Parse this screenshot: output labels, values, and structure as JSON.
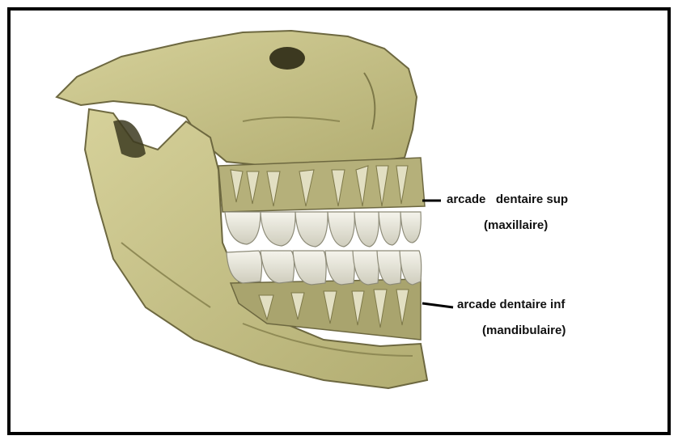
{
  "labels": {
    "upper_arch": "arcade   dentaire sup",
    "upper_arch_sub": "(maxillaire)",
    "lower_arch": "arcade dentaire inf",
    "lower_arch_sub": "(mandibulaire)"
  },
  "colors": {
    "bone": "#c9c48a",
    "bone_shadow": "#8f8a55",
    "bone_dark": "#4e4a2e",
    "tooth": "#e8e6d8",
    "tooth_shadow": "#b9b7a6",
    "frame": "#000000"
  }
}
